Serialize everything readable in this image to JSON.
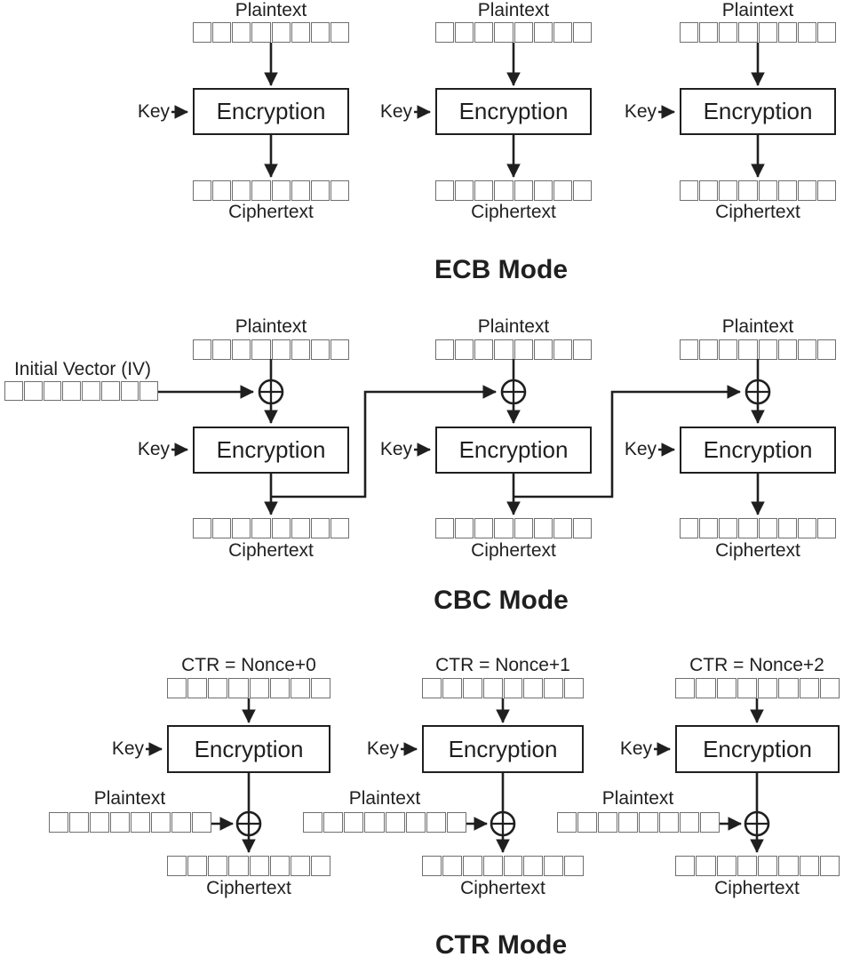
{
  "labels": {
    "plaintext": "Plaintext",
    "ciphertext": "Ciphertext",
    "encryption": "Encryption",
    "key": "Key",
    "iv": "Initial Vector (IV)"
  },
  "sections": {
    "ecb": {
      "title": "ECB Mode"
    },
    "cbc": {
      "title": "CBC Mode"
    },
    "ctr": {
      "title": "CTR Mode",
      "counters": [
        "CTR = Nonce+0",
        "CTR = Nonce+1",
        "CTR = Nonce+2"
      ]
    }
  },
  "block": {
    "cells_per_row": 8
  },
  "colors": {
    "ink": "#1f1f1f",
    "cell_border": "#6f6f6f",
    "background": "#ffffff"
  }
}
